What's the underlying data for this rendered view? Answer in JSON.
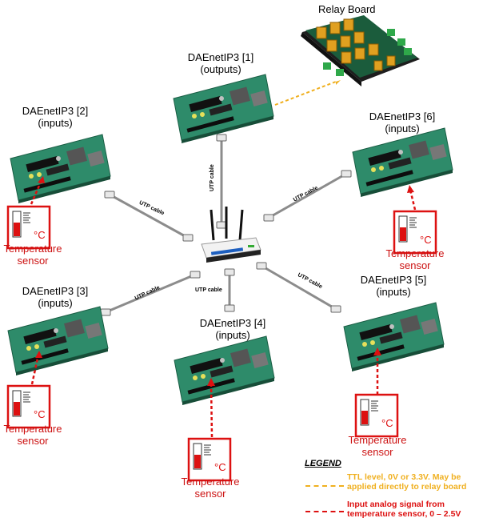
{
  "relay_board": {
    "label": "Relay Board"
  },
  "boards": [
    {
      "name": "DAEnetIP3 [1]",
      "mode": "(outputs)"
    },
    {
      "name": "DAEnetIP3 [2]",
      "mode": "(inputs)"
    },
    {
      "name": "DAEnetIP3 [3]",
      "mode": "(inputs)"
    },
    {
      "name": "DAEnetIP3 [4]",
      "mode": "(inputs)"
    },
    {
      "name": "DAEnetIP3 [5]",
      "mode": "(inputs)"
    },
    {
      "name": "DAEnetIP3 [6]",
      "mode": "(inputs)"
    }
  ],
  "sensor": {
    "label_line1": "Temperature",
    "label_line2": "sensor",
    "unit": "°C"
  },
  "cable_label": "UTP cable",
  "legend": {
    "title": "LEGEND",
    "ttl_line1": "TTL level, 0V or 3.3V. May be",
    "ttl_line2": "applied directly to relay board",
    "analog_line1": "Input analog signal from",
    "analog_line2": "temperature sensor, 0 – 2.5V"
  },
  "colors": {
    "ttl": "#f0b020",
    "analog": "#dd1111",
    "pcb": "#2e8b6a",
    "cable": "#8c8c8c",
    "sensor_border": "#dd1111"
  }
}
